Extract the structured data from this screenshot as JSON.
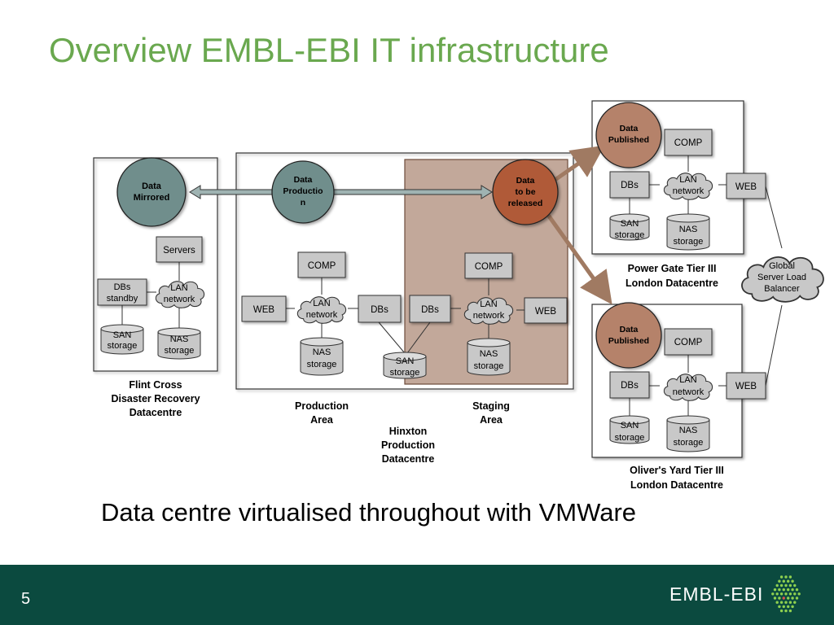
{
  "slide": {
    "title": "Overview EMBL-EBI IT infrastructure",
    "subtitle": "Data centre virtualised throughout with VMWare",
    "page_number": "5",
    "logo_text": "EMBL-EBI"
  },
  "colors": {
    "title_green": "#6aa84f",
    "footer": "#0b4a3f",
    "node_gray": "#c8c8c8",
    "teal_circle": "#6f8e8c",
    "brown_circle": "#b5826b",
    "orange_circle": "#b05a37",
    "staging_fill": "#c2a89a"
  },
  "diagram": {
    "flint": {
      "data_circle": [
        "Data",
        "Mirrored"
      ],
      "servers": "Servers",
      "dbs": [
        "DBs",
        "standby"
      ],
      "lan": [
        "LAN",
        "network"
      ],
      "san": [
        "SAN",
        "storage"
      ],
      "nas": [
        "NAS",
        "storage"
      ],
      "label": [
        "Flint Cross",
        "Disaster Recovery",
        "Datacentre"
      ]
    },
    "hinxton": {
      "data_production": [
        "Data",
        "Productio",
        "n"
      ],
      "data_release": [
        "Data",
        "to be",
        "released"
      ],
      "prod_comp": "COMP",
      "prod_web": "WEB",
      "prod_lan": [
        "LAN",
        "network"
      ],
      "prod_dbs": "DBs",
      "prod_nas": [
        "NAS",
        "storage"
      ],
      "shared_san": [
        "SAN",
        "storage"
      ],
      "stage_dbs": "DBs",
      "stage_comp": "COMP",
      "stage_lan": [
        "LAN",
        "network"
      ],
      "stage_web": "WEB",
      "stage_nas": [
        "NAS",
        "storage"
      ],
      "production_label": [
        "Production",
        "Area"
      ],
      "staging_label": [
        "Staging",
        "Area"
      ],
      "site_label": [
        "Hinxton",
        "Production",
        "Datacentre"
      ]
    },
    "powergate": {
      "data_circle": [
        "Data",
        "Published"
      ],
      "comp": "COMP",
      "dbs": "DBs",
      "lan": [
        "LAN",
        "network"
      ],
      "web": "WEB",
      "san": [
        "SAN",
        "storage"
      ],
      "nas": [
        "NAS",
        "storage"
      ],
      "label": [
        "Power Gate Tier III",
        "London Datacentre"
      ]
    },
    "oliversyard": {
      "data_circle": [
        "Data",
        "Published"
      ],
      "comp": "COMP",
      "dbs": "DBs",
      "lan": [
        "LAN",
        "network"
      ],
      "web": "WEB",
      "san": [
        "SAN",
        "storage"
      ],
      "nas": [
        "NAS",
        "storage"
      ],
      "label": [
        "Oliver's Yard Tier III",
        "London Datacentre"
      ]
    },
    "global_lb": [
      "Global",
      "Server Load",
      "Balancer"
    ]
  }
}
